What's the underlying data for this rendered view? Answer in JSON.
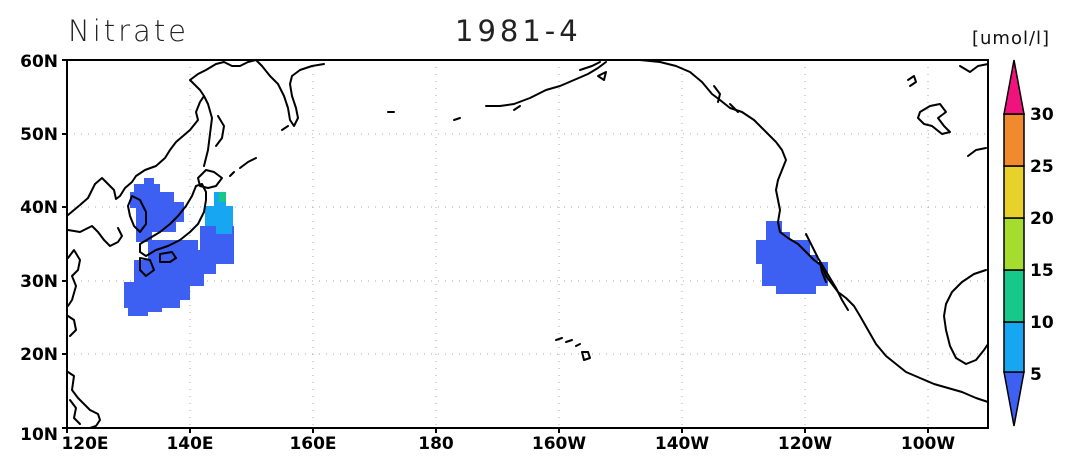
{
  "title": {
    "variable": "Nitrate",
    "date": "1981-4",
    "unit": "[umol/l]"
  },
  "map": {
    "lon_range": [
      "120E",
      "90W"
    ],
    "lat_range": [
      "10N",
      "60N"
    ],
    "x_ticks": [
      "120E",
      "140E",
      "160E",
      "180",
      "160W",
      "140W",
      "120W",
      "100W"
    ],
    "y_ticks": [
      "10N",
      "20N",
      "30N",
      "40N",
      "50N",
      "60N"
    ],
    "grid": "dotted"
  },
  "colorbar": {
    "labels": [
      "5",
      "10",
      "15",
      "20",
      "25",
      "30"
    ],
    "colors": [
      "#3d5ff2",
      "#17a7f2",
      "#16c98a",
      "#a6dc2e",
      "#e6d22a",
      "#ef8a2e",
      "#f0137d"
    ]
  },
  "data_regions": [
    {
      "name": "japan-sea",
      "value_class": "<5",
      "color": "#3d5ff2"
    },
    {
      "name": "south-of-japan",
      "value_class": "<5",
      "color": "#3d5ff2"
    },
    {
      "name": "kuroshio-extension",
      "value_class": "5-10",
      "color": "#17a7f2"
    },
    {
      "name": "california-current",
      "value_class": "<5",
      "color": "#3d5ff2"
    }
  ]
}
